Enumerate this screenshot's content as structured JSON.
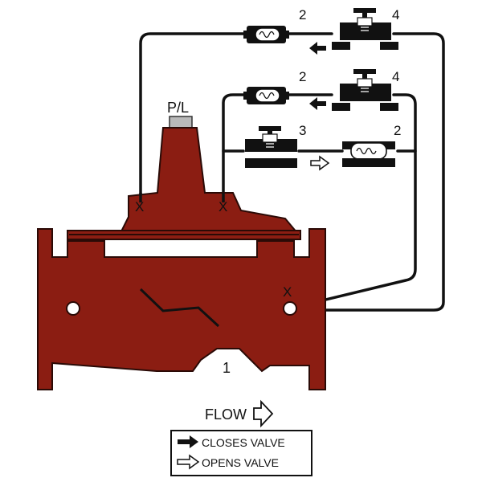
{
  "labels": {
    "pilot_top": "2",
    "check_top": "4",
    "pilot_mid": "2",
    "check_mid": "4",
    "needle_low": "3",
    "pilot_low": "2",
    "pressure_port": "P/L",
    "main_valve_number": "1",
    "port_marker_left": "X",
    "port_marker_right": "X",
    "port_marker_body": "X"
  },
  "flow_label": "FLOW",
  "legend": {
    "closes": "CLOSES VALVE",
    "opens": "OPENS VALVE"
  },
  "colors": {
    "valve_body": "#8b1d12",
    "valve_outline": "#2a0a06",
    "tubing": "#111111",
    "component": "#111111",
    "spring_housing": "#ffffff"
  }
}
